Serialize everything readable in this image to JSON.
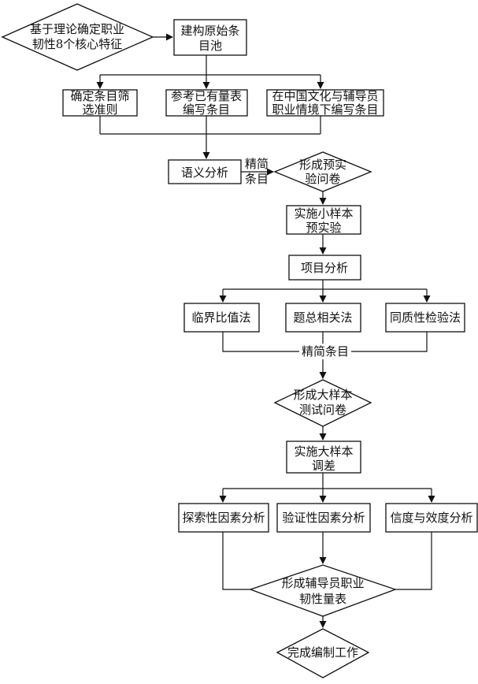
{
  "diagram": {
    "nodes": {
      "features": [
        "基于理论确定职业",
        "韧性8个核心特征"
      ],
      "pool": [
        "建构原始条",
        "目池"
      ],
      "criteria": [
        "确定条目筛",
        "选准则"
      ],
      "scales": [
        "参考已有量表",
        "编写条目"
      ],
      "context": [
        "在中国文化与辅导员",
        "职业情境下编写条目"
      ],
      "semantic": [
        "语义分析"
      ],
      "edge_refine": [
        "精简",
        "条目"
      ],
      "pre_q": [
        "形成预实",
        "验问卷"
      ],
      "pretest": [
        "实施小样本",
        "预实验"
      ],
      "item_analysis": [
        "项目分析"
      ],
      "critical_ratio": [
        "临界比值法"
      ],
      "item_total": [
        "题总相关法"
      ],
      "homogeneity": [
        "同质性检验法"
      ],
      "refine_label": [
        "精简条目"
      ],
      "big_q": [
        "形成大样本",
        "测试问卷"
      ],
      "survey": [
        "实施大样本",
        "调差"
      ],
      "efa": [
        "探索性因素分析"
      ],
      "cfa": [
        "验证性因素分析"
      ],
      "reliability": [
        "信度与效度分析"
      ],
      "final_scale": [
        "形成辅导员职业",
        "韧性量表"
      ],
      "done": [
        "完成编制工作"
      ]
    }
  }
}
